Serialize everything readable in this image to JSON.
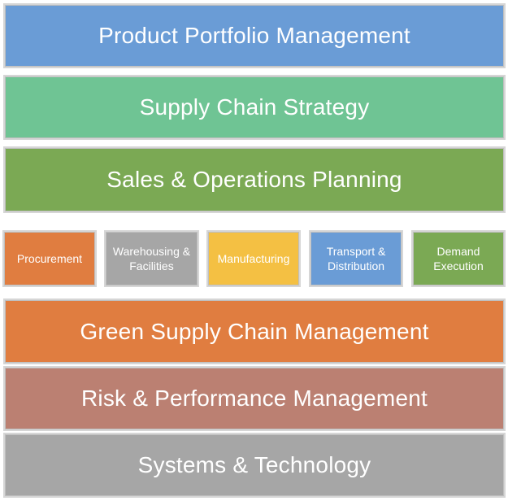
{
  "layers_top": [
    {
      "label": "Product Portfolio Management",
      "color": "#6a9cd6"
    },
    {
      "label": "Supply Chain Strategy",
      "color": "#6fc494"
    },
    {
      "label": "Sales & Operations Planning",
      "color": "#7ba954"
    }
  ],
  "functions": [
    {
      "label": "Procurement",
      "color": "#e07d40"
    },
    {
      "label": "Warehousing &\nFacilities",
      "color": "#a6a6a6"
    },
    {
      "label": "Manufacturing",
      "color": "#f4c043"
    },
    {
      "label": "Transport &\nDistribution",
      "color": "#6a9cd6"
    },
    {
      "label": "Demand\nExecution",
      "color": "#7ba954"
    }
  ],
  "layers_bottom": [
    {
      "label": "Green Supply Chain Management",
      "color": "#e07d40"
    },
    {
      "label": "Risk & Performance Management",
      "color": "#bb8072"
    },
    {
      "label": "Systems & Technology",
      "color": "#a6a6a6"
    }
  ]
}
